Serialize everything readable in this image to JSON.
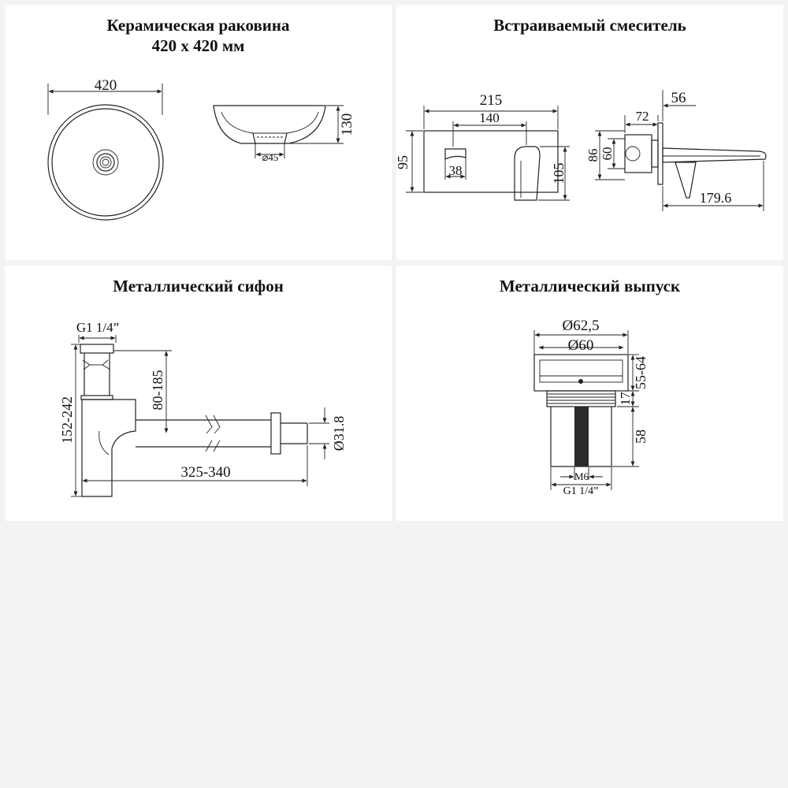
{
  "panels": {
    "sink": {
      "title_line1": "Керамическая раковина",
      "title_line2": "420 х 420 мм",
      "dim_width": "420",
      "dim_height": "130",
      "dim_drain": "⌀45"
    },
    "mixer": {
      "title": "Встраиваемый смеситель",
      "dim_total": "215",
      "dim_spacing": "140",
      "dim_height_left": "95",
      "dim_handle": "38",
      "dim_height_right": "105",
      "dim_side_72": "72",
      "dim_side_56": "56",
      "dim_side_86": "86",
      "dim_side_60": "60",
      "dim_spout": "179.6"
    },
    "siphon": {
      "title": "Металлический сифон",
      "dim_thread": "G1 1/4”",
      "dim_height": "152-242",
      "dim_drop": "80-185",
      "dim_length": "325-340",
      "dim_pipe": "Ø31.8"
    },
    "drain": {
      "title": "Металлический выпуск",
      "dim_outer": "Ø62,5",
      "dim_inner": "Ø60",
      "dim_range": "55-64",
      "dim_17": "17",
      "dim_58": "58",
      "dim_m6": "M6",
      "dim_thread": "G1 1/4”"
    }
  }
}
